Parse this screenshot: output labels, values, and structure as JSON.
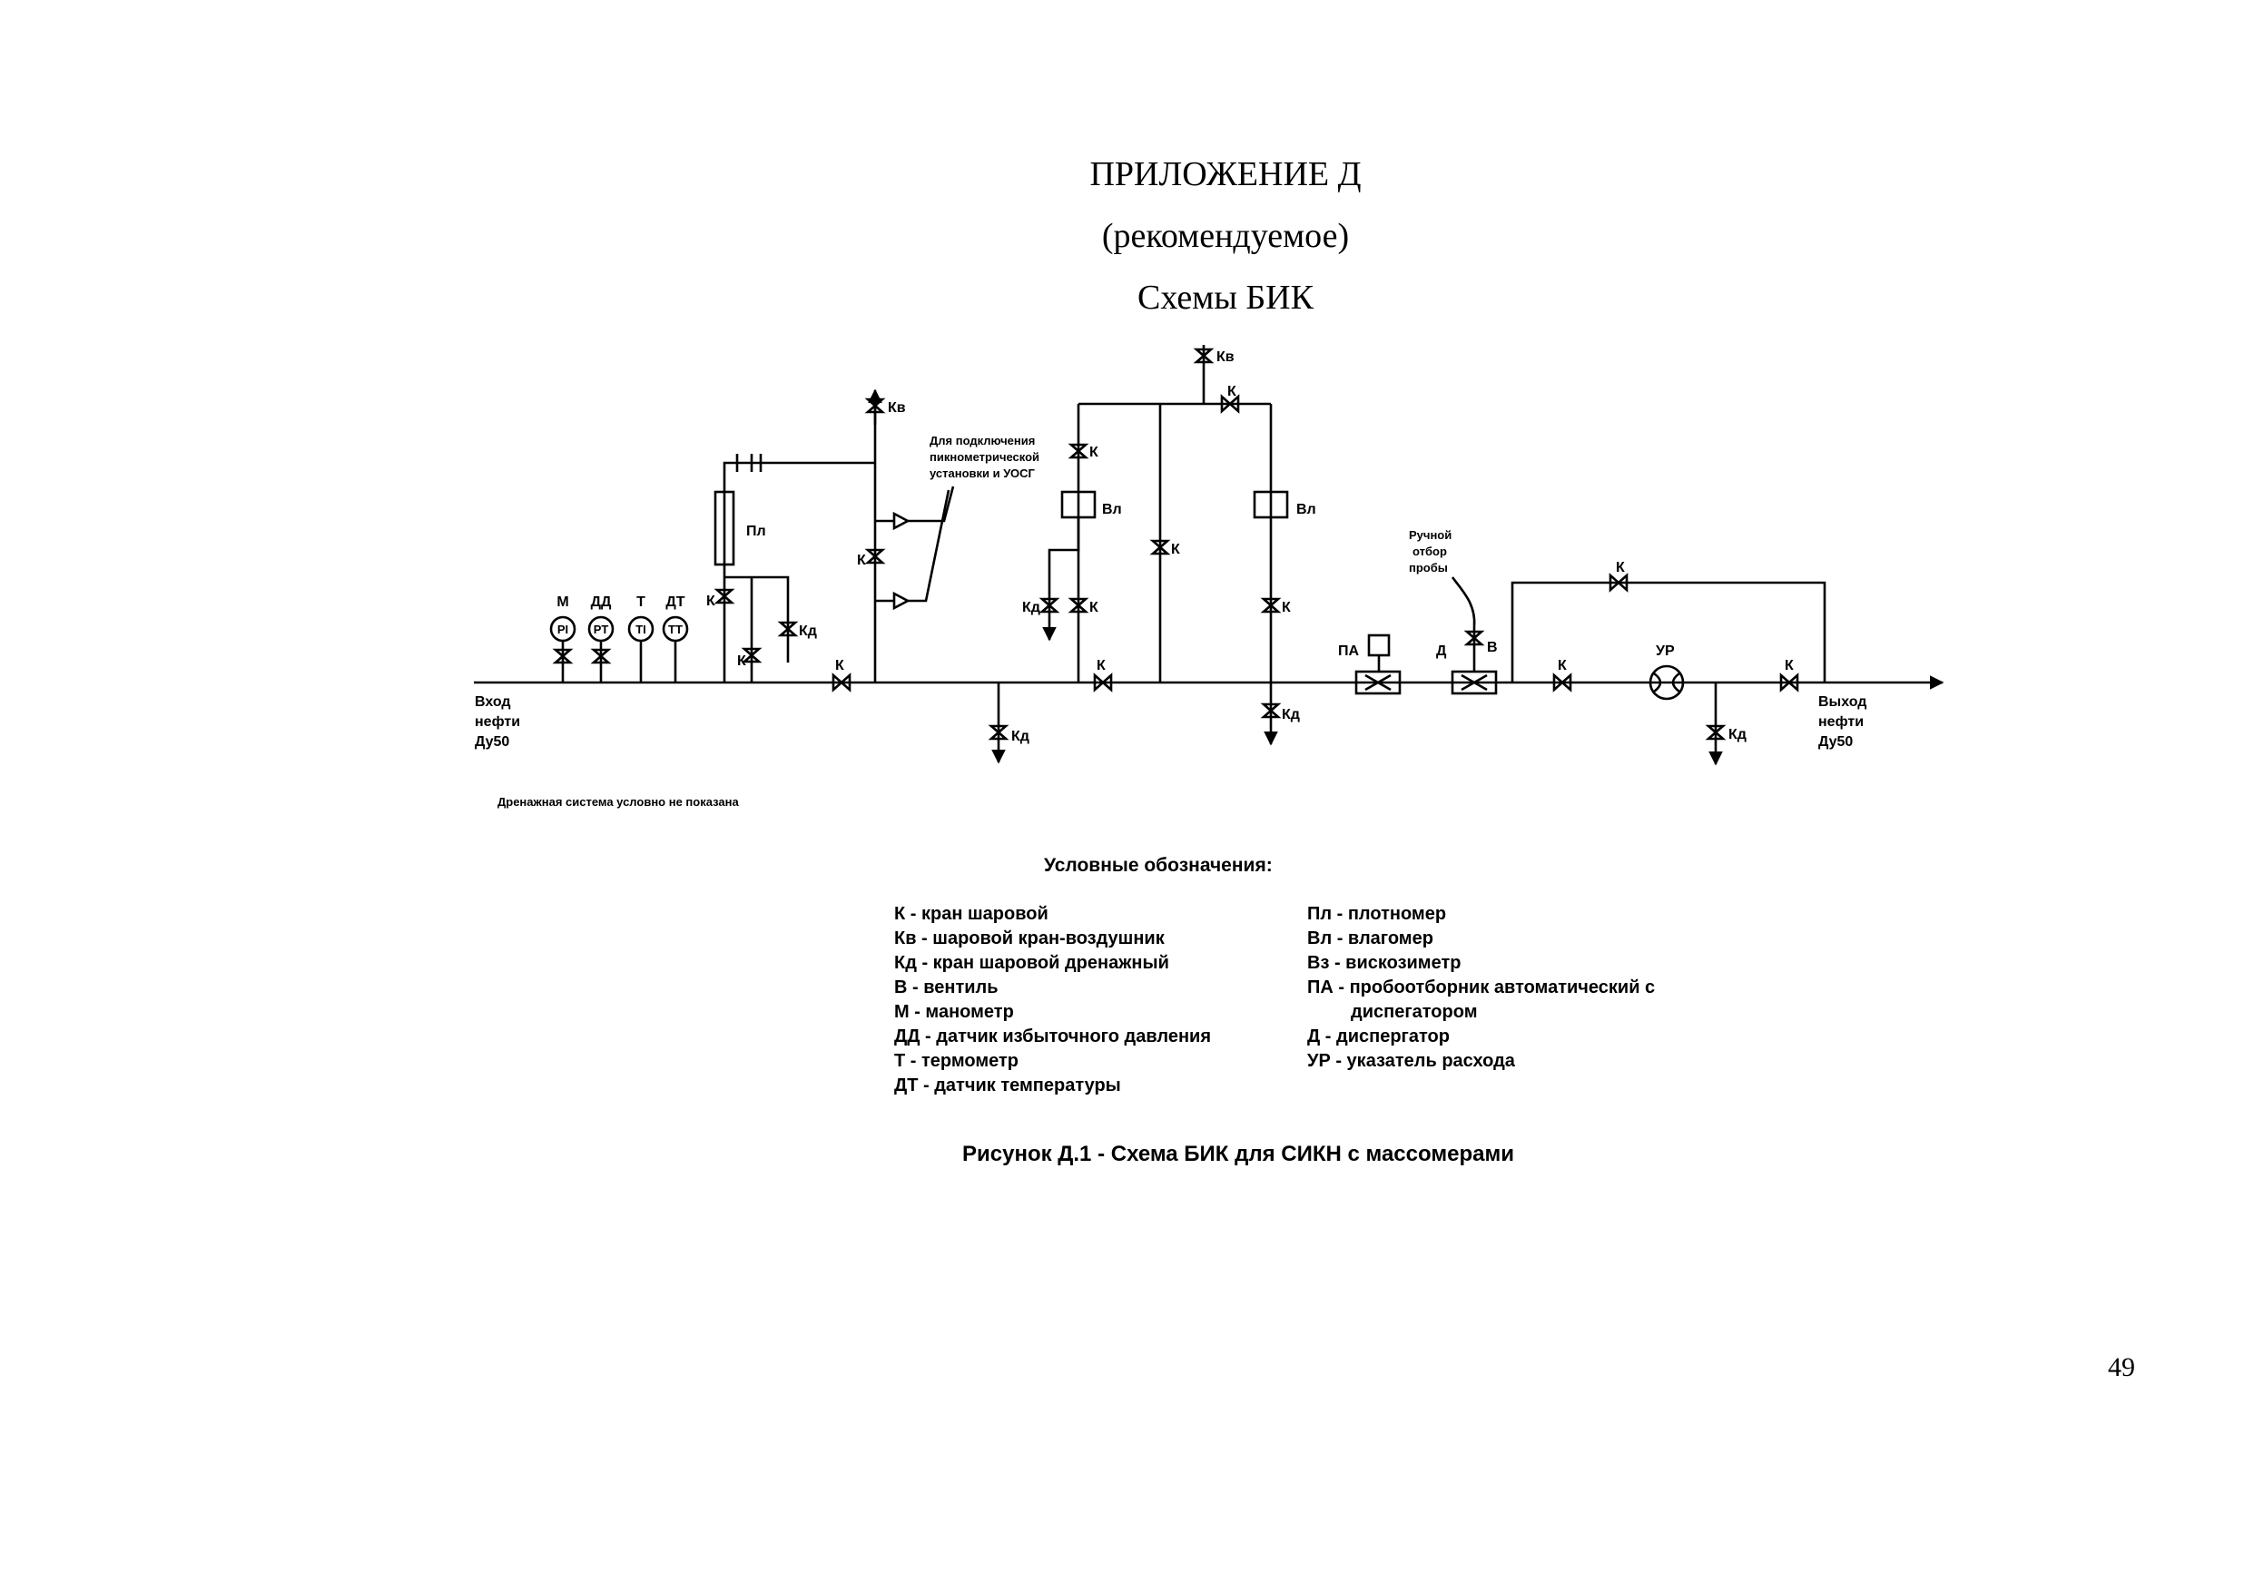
{
  "header": {
    "appendix": "ПРИЛОЖЕНИЕ Д",
    "status": "(рекомендуемое)",
    "title": "Схемы БИК"
  },
  "diagram": {
    "inlet": [
      "Вход",
      "нефти",
      "Ду50"
    ],
    "outlet": [
      "Выход",
      "нефти",
      "Ду50"
    ],
    "instruments": [
      {
        "top": "М",
        "sym": "PI"
      },
      {
        "top": "ДД",
        "sym": "PT"
      },
      {
        "top": "Т",
        "sym": "TI"
      },
      {
        "top": "ДТ",
        "sym": "TT"
      }
    ],
    "connection_note": [
      "Для подключения",
      "пикнометрической",
      "установки и УОСГ"
    ],
    "manual_sampling": [
      "Ручной",
      "отбор",
      "пробы"
    ],
    "labels": {
      "k": "К",
      "kv": "Кв",
      "kd": "Кд",
      "pl": "Пл",
      "vl": "Вл",
      "pa": "ПА",
      "d": "Д",
      "v": "В",
      "ur": "УР"
    }
  },
  "drain_note": "Дренажная система условно не показана",
  "legend": {
    "title": "Условные обозначения:",
    "left": [
      "К - кран шаровой",
      "Кв - шаровой кран-воздушник",
      "Кд - кран шаровой дренажный",
      "В - вентиль",
      "М - манометр",
      "ДД - датчик избыточного давления",
      "Т - термометр",
      "ДТ - датчик температуры"
    ],
    "right": [
      "Пл - плотномер",
      "Вл - влагомер",
      "Вз - вискозиметр",
      "ПА - пробоотборник автоматический с",
      "диспегатором",
      "Д - диспергатор",
      "УР - указатель расхода"
    ]
  },
  "caption": "Рисунок Д.1 - Схема БИК для СИКН с массомерами",
  "page_number": "49"
}
